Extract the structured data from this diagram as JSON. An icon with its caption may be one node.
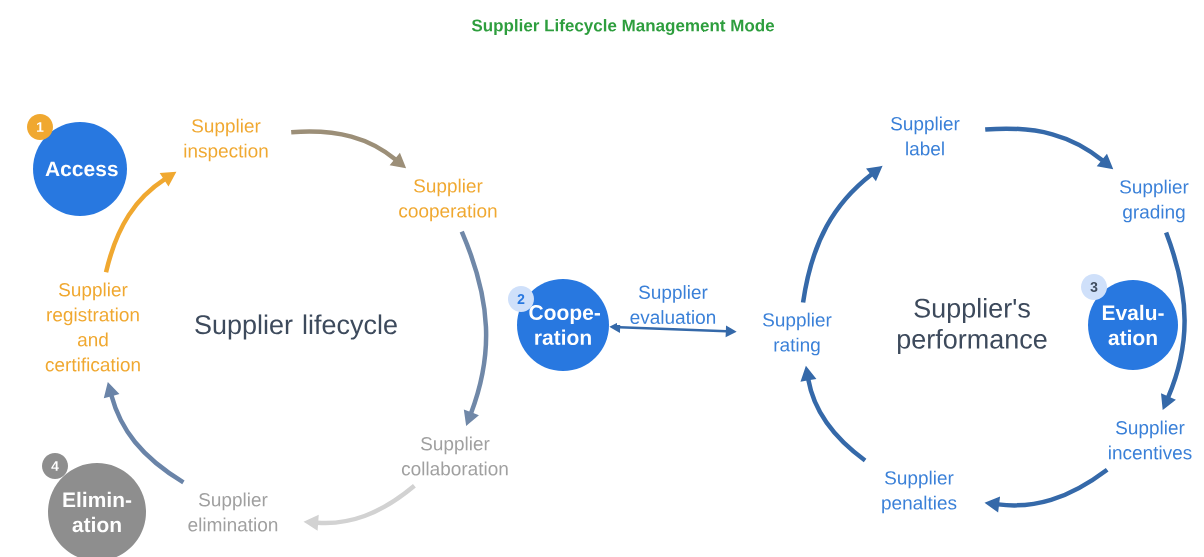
{
  "diagram": {
    "title": "Supplier Lifecycle Management Mode",
    "nodes": [
      {
        "text": [
          "1"
        ]
      },
      {
        "text": [
          "Access"
        ]
      },
      {
        "text": [
          "Supplier inspection"
        ]
      },
      {
        "text": [
          "Supplier cooperation"
        ]
      },
      {
        "text": [
          "Supplier registration and certification"
        ]
      },
      {
        "text": [
          "2"
        ]
      },
      {
        "text": [
          "Coope-ration"
        ]
      },
      {
        "text": [
          "Supplier rating"
        ]
      },
      {
        "text": [
          "Supplier label"
        ]
      },
      {
        "text": [
          "Supplier grading"
        ]
      },
      {
        "text": [
          "3"
        ]
      },
      {
        "text": [
          "Evalu-ation"
        ]
      },
      {
        "text": [
          "Supplier collaboration"
        ]
      },
      {
        "text": [
          "Supplier incentives"
        ]
      },
      {
        "text": [
          "4"
        ]
      },
      {
        "text": [
          "Elimin-ation"
        ]
      },
      {
        "text": [
          "Supplier elimination"
        ]
      },
      {
        "text": [
          "Supplier penalties"
        ]
      }
    ],
    "edges": [
      {
        "from": 4,
        "to": 2,
        "arrow": "to",
        "color": "#f0a830"
      },
      {
        "from": 2,
        "to": 3,
        "arrow": "to",
        "color": "#9c8f78"
      },
      {
        "from": 3,
        "to": 12,
        "arrow": "to",
        "color": "#7088a8"
      },
      {
        "from": 12,
        "to": 16,
        "arrow": "to",
        "color": "#d2d2d2"
      },
      {
        "from": 16,
        "to": 4,
        "arrow": "to",
        "color": "#6a84a8"
      },
      {
        "from": 6,
        "to": 7,
        "arrow": "both",
        "label": "Supplier evaluation"
      },
      {
        "from": 7,
        "to": 8,
        "arrow": "to"
      },
      {
        "from": 8,
        "to": 9,
        "arrow": "to"
      },
      {
        "from": 9,
        "to": 13,
        "arrow": "to"
      },
      {
        "from": 13,
        "to": 17,
        "arrow": "to"
      },
      {
        "from": 17,
        "to": 7,
        "arrow": "to"
      }
    ],
    "labels": [
      "Supplier lifecycle",
      "Supplier's performance"
    ]
  }
}
